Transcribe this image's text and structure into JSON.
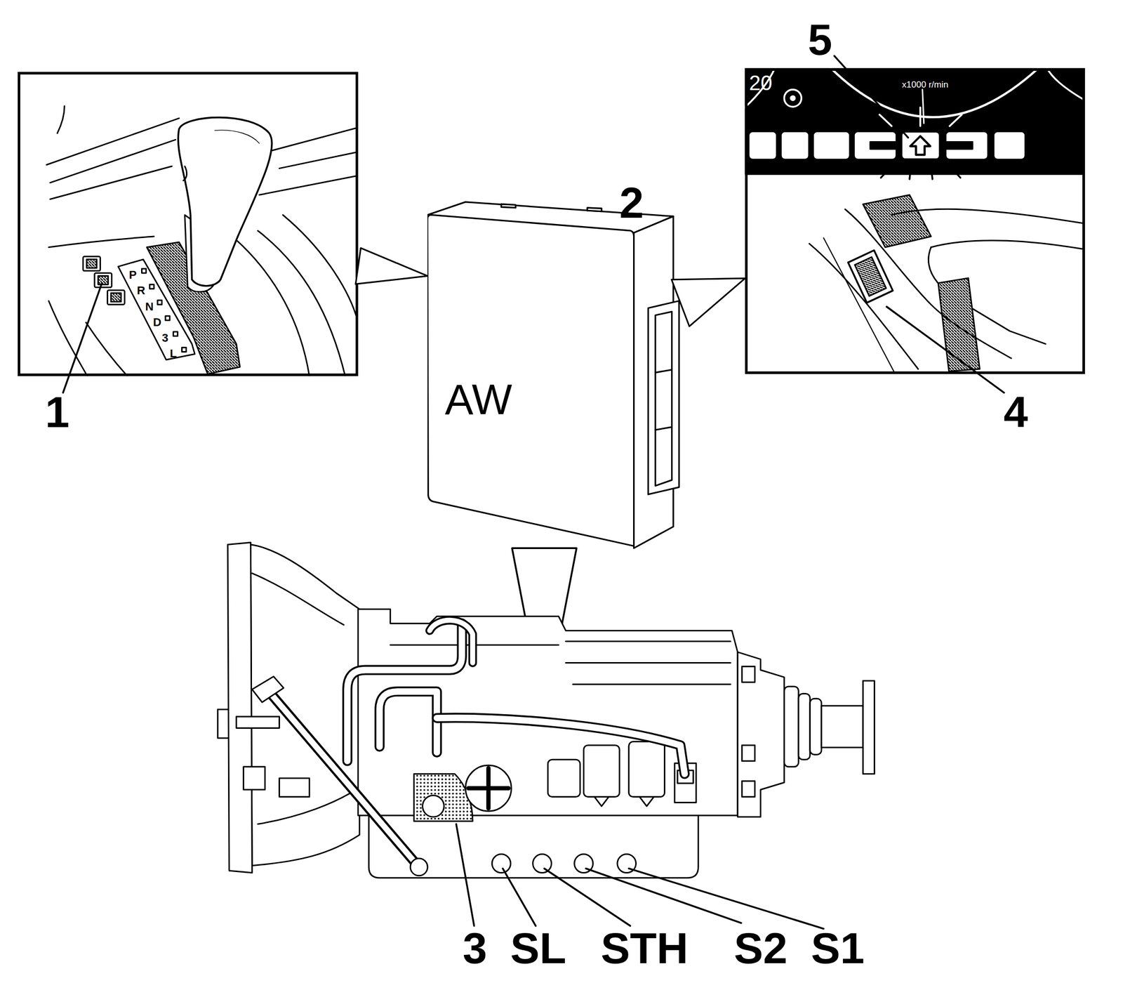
{
  "diagram": {
    "nodes": [
      {
        "text": [
          "P",
          "R",
          "N",
          "D",
          "3",
          "L"
        ]
      },
      {
        "text": [
          "AW"
        ]
      },
      {
        "text": [
          "20",
          "x1000 r/min"
        ]
      }
    ],
    "edges": [
      {
        "from": 1,
        "to": 0,
        "arrow": "none"
      },
      {
        "from": 1,
        "to": 2,
        "arrow": "none"
      }
    ],
    "labels": [
      "1",
      "2",
      "5",
      "4",
      "3",
      "SL",
      "STH",
      "S2",
      "S1"
    ]
  }
}
